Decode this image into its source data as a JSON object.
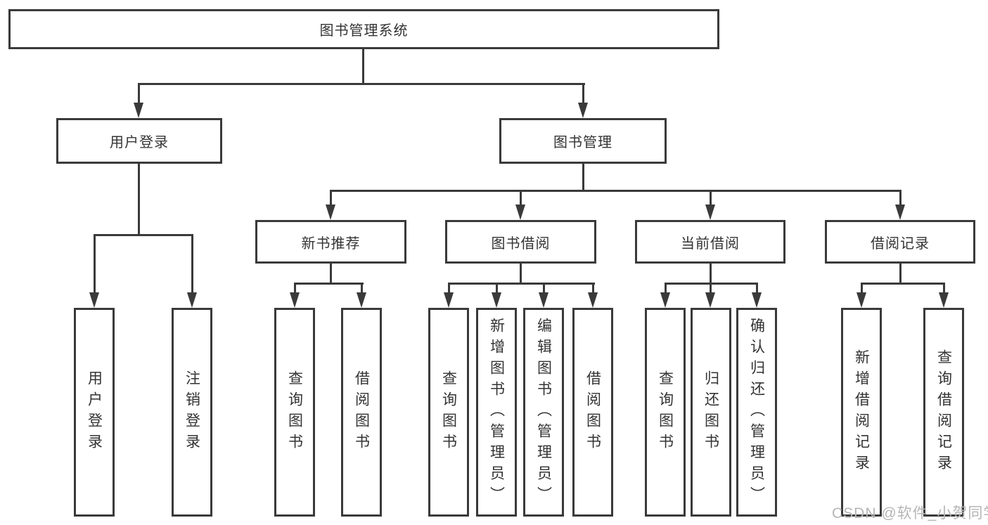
{
  "tree": {
    "label": "图书管理系统",
    "children": [
      {
        "label": "用户登录",
        "children": [
          {
            "label": "用户登录"
          },
          {
            "label": "注销登录"
          }
        ]
      },
      {
        "label": "图书管理",
        "children": [
          {
            "label": "新书推荐",
            "children": [
              {
                "label": "查询图书"
              },
              {
                "label": "借阅图书"
              }
            ]
          },
          {
            "label": "图书借阅",
            "children": [
              {
                "label": "查询图书"
              },
              {
                "label": "新增图书（管理员）"
              },
              {
                "label": "编辑图书（管理员）"
              },
              {
                "label": "借阅图书"
              }
            ]
          },
          {
            "label": "当前借阅",
            "children": [
              {
                "label": "查询图书"
              },
              {
                "label": "归还图书"
              },
              {
                "label": "确认归还（管理员）"
              }
            ]
          },
          {
            "label": "借阅记录",
            "children": [
              {
                "label": "新增借阅记录"
              },
              {
                "label": "查询借阅记录"
              }
            ]
          }
        ]
      }
    ]
  },
  "watermark": {
    "text": "CSDN @软件_小贺同学"
  },
  "colors": {
    "line": "#3a3a3a",
    "box_border": "#3a3a3a",
    "text": "#333333",
    "watermark": "#b6b6b6",
    "background": "#ffffff"
  }
}
